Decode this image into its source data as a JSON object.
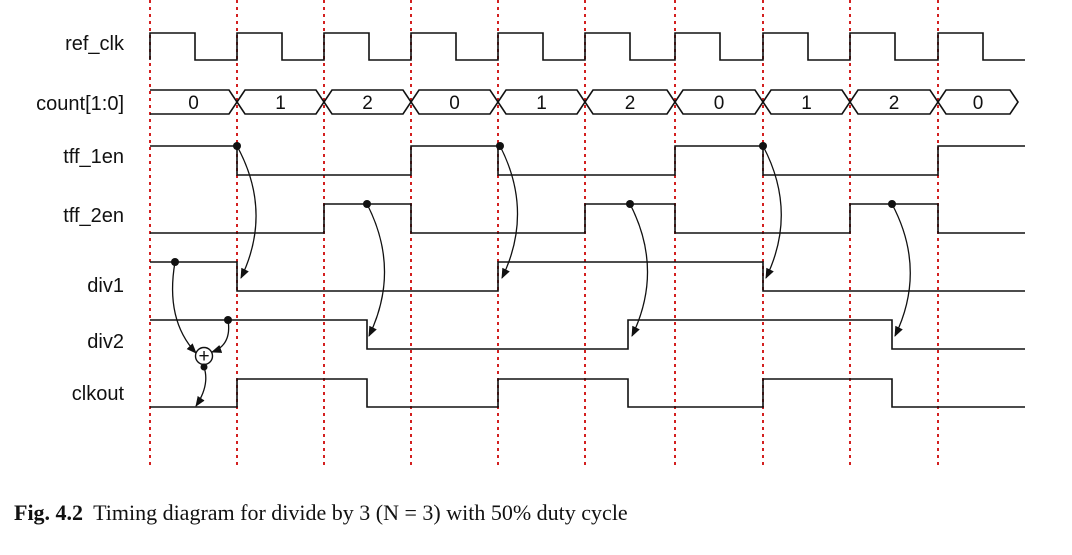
{
  "caption": {
    "fig_label": "Fig. 4.2",
    "text": "Timing diagram for divide by 3 (N = 3) with 50% duty cycle"
  },
  "signals": [
    {
      "id": "ref_clk",
      "label": "ref_clk"
    },
    {
      "id": "count",
      "label": "count[1:0]"
    },
    {
      "id": "tff_1en",
      "label": "tff_1en"
    },
    {
      "id": "tff_2en",
      "label": "tff_2en"
    },
    {
      "id": "div1",
      "label": "div1"
    },
    {
      "id": "div2",
      "label": "div2"
    },
    {
      "id": "clkout",
      "label": "clkout"
    }
  ],
  "count_values": [
    "0",
    "1",
    "2",
    "0",
    "1",
    "2",
    "0",
    "1",
    "2",
    "0"
  ],
  "xor_symbol": "+",
  "colors": {
    "divider": "#d32020",
    "wave": "#111111"
  }
}
